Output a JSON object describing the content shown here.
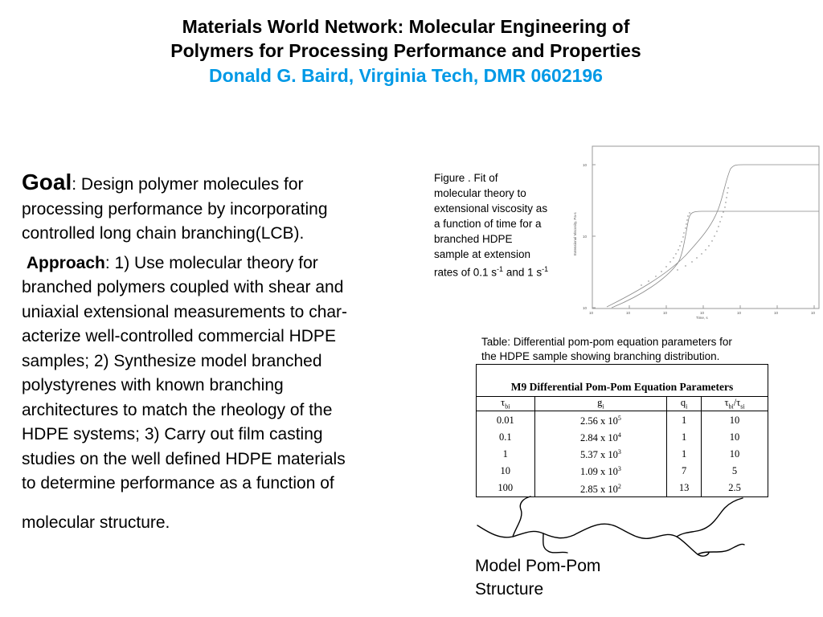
{
  "header": {
    "title_line1": "Materials World Network: Molecular Engineering of",
    "title_line2": "Polymers for Processing Performance and Properties",
    "author": "Donald G. Baird, Virginia Tech, DMR 0602196"
  },
  "body": {
    "goal_head": "Goal",
    "goal_colon": ":",
    "goal_lines": [
      "Design polymer molecules for",
      "processing performance by incorporating",
      "controlled long chain branching(LCB)."
    ],
    "approach_head": "Approach",
    "approach_lines": [
      ": 1) Use molecular theory for",
      "branched polymers coupled with shear and",
      "uniaxial extensional measurements to char-",
      "acterize well-controlled commercial HDPE",
      "samples; 2)  Synthesize model branched",
      "polystyrenes with known branching",
      "architectures to match the rheology of the",
      "HDPE systems; 3) Carry out film casting",
      "studies on the well defined HDPE materials",
      "to determine performance as a function of",
      "molecular structure."
    ]
  },
  "figure": {
    "caption_lines": [
      "Figure .  Fit of",
      "molecular theory to",
      "extensional viscosity as",
      "a function of time for a",
      "branched HDPE",
      "sample at extension"
    ],
    "caption_rates_prefix": "rates of 0.1 s",
    "caption_exp1": "-1",
    "caption_and": " and 1 s",
    "caption_exp2": "-1",
    "y_axis_label": "Extensional Viscosity, Pa-s",
    "x_axis_label": "Time, s",
    "y_ticks": [
      "10",
      "10",
      "10"
    ],
    "x_ticks": [
      "10",
      "10",
      "10",
      "10",
      "10",
      "10",
      "10"
    ]
  },
  "table": {
    "caption_line1": "Table:  Differential pom-pom equation parameters for",
    "caption_line2": "the HDPE sample showing branching distribution.",
    "title": "M9 Differential Pom-Pom Equation Parameters",
    "headers": {
      "c1_sym": "τ",
      "c1_sub": "bi",
      "c2_sym": "g",
      "c2_sub": "i",
      "c3_sym": "q",
      "c3_sub": "i",
      "c4_sym1": "τ",
      "c4_sub1": "bi",
      "c4_slash": "/",
      "c4_sym2": "τ",
      "c4_sub2": "si"
    },
    "rows": [
      {
        "tau": "0.01",
        "g_mant": "2.56 x 10",
        "g_exp": "5",
        "q": "1",
        "ratio": "10"
      },
      {
        "tau": "0.1",
        "g_mant": "2.84 x 10",
        "g_exp": "4",
        "q": "1",
        "ratio": "10"
      },
      {
        "tau": "1",
        "g_mant": "5.37 x 10",
        "g_exp": "3",
        "q": "1",
        "ratio": "10"
      },
      {
        "tau": "10",
        "g_mant": "1.09 x 10",
        "g_exp": "3",
        "q": "7",
        "ratio": "5"
      },
      {
        "tau": "100",
        "g_mant": "2.85 x 10",
        "g_exp": "2",
        "q": "13",
        "ratio": "2.5"
      }
    ]
  },
  "structure": {
    "label_line1": "Model Pom-Pom",
    "label_line2": "Structure"
  },
  "colors": {
    "author": "#0099e6",
    "text": "#000000"
  }
}
